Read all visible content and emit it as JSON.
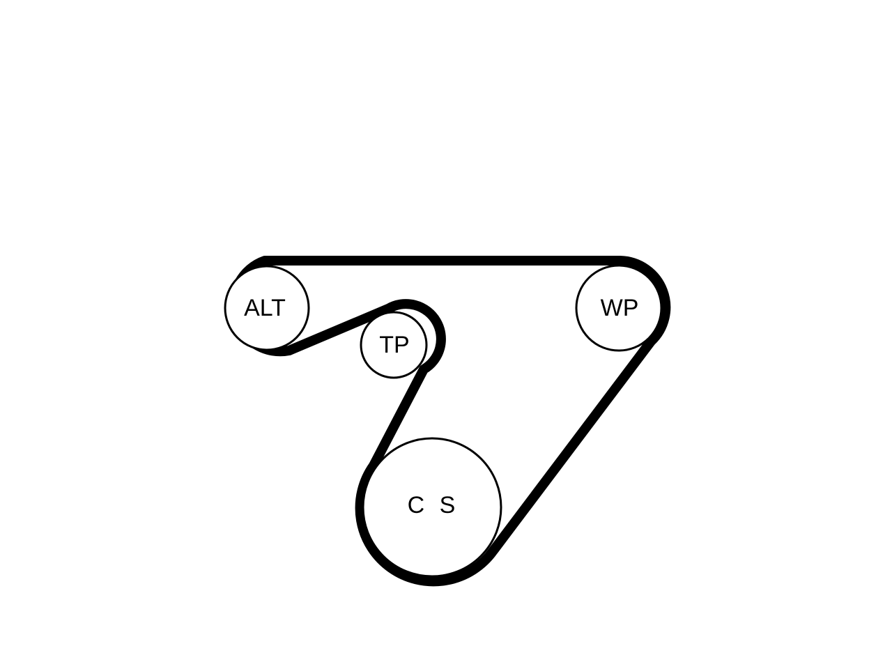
{
  "diagram": {
    "pulleys": [
      {
        "id": "alt",
        "label": "ALT"
      },
      {
        "id": "tp",
        "label": "TP"
      },
      {
        "id": "wp",
        "label": "WP"
      },
      {
        "id": "cs",
        "label": "C S"
      }
    ]
  },
  "colors": {
    "belt": "#000000",
    "pulley_outline": "#000000",
    "background": "#ffffff"
  }
}
